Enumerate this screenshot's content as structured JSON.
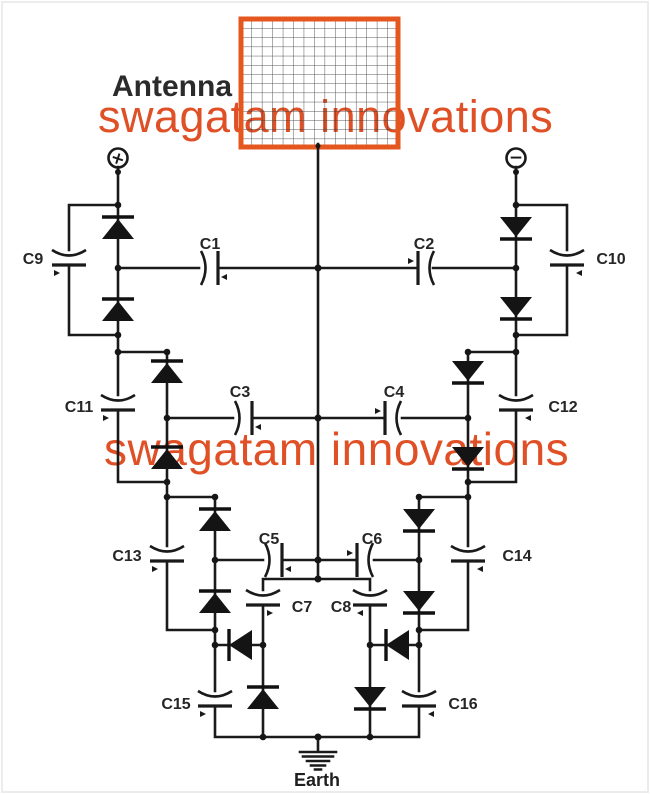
{
  "watermark": {
    "text": "swagatam innovations",
    "color": "#e05026"
  },
  "antenna": {
    "label": "Antenna"
  },
  "earth": {
    "label": "Earth"
  },
  "terminals": {
    "positive": "+",
    "negative": "−"
  },
  "capacitors": {
    "labels": [
      "C1",
      "C2",
      "C3",
      "C4",
      "C5",
      "C6",
      "C7",
      "C8",
      "C9",
      "C10",
      "C11",
      "C12",
      "C13",
      "C14",
      "C15",
      "C16"
    ]
  },
  "colors": {
    "ink": "#1a1a1a",
    "label": "#262626",
    "mesh_border": "#e4571f",
    "page_border": "#ececec"
  }
}
